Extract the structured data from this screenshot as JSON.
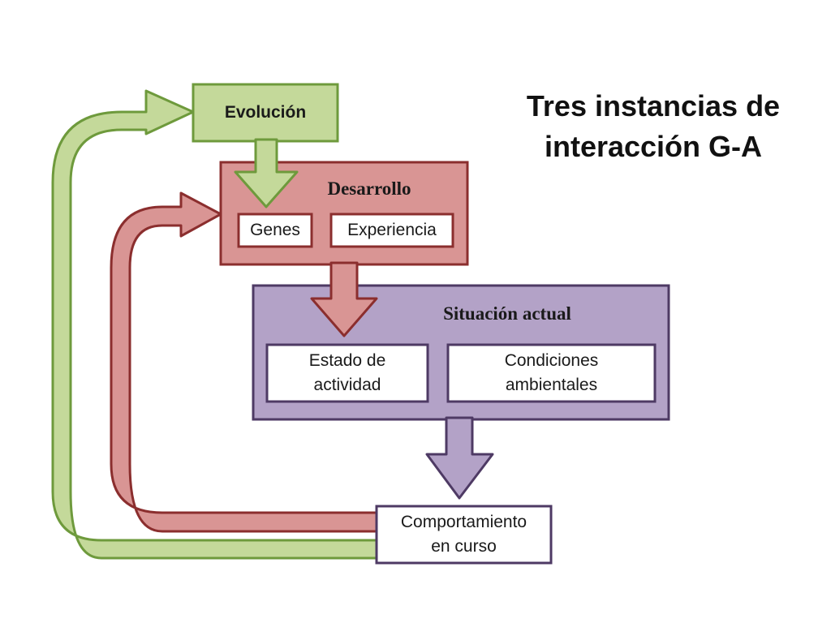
{
  "title_line1": "Tres instancias de",
  "title_line2": "interacción G-A",
  "nodes": {
    "evolucion": "Evolución",
    "desarrollo": "Desarrollo",
    "genes": "Genes",
    "experiencia": "Experiencia",
    "situacion": "Situación actual",
    "estado_1": "Estado de",
    "estado_2": "actividad",
    "condiciones_1": "Condiciones",
    "condiciones_2": "ambientales",
    "comportamiento_1": "Comportamiento",
    "comportamiento_2": "en curso"
  },
  "colors": {
    "green_fill": "#c4d99a",
    "green_stroke": "#6e9a3c",
    "red_fill": "#d99594",
    "red_stroke": "#8b2e2e",
    "purple_fill": "#b3a2c7",
    "purple_stroke": "#4e3a64"
  }
}
